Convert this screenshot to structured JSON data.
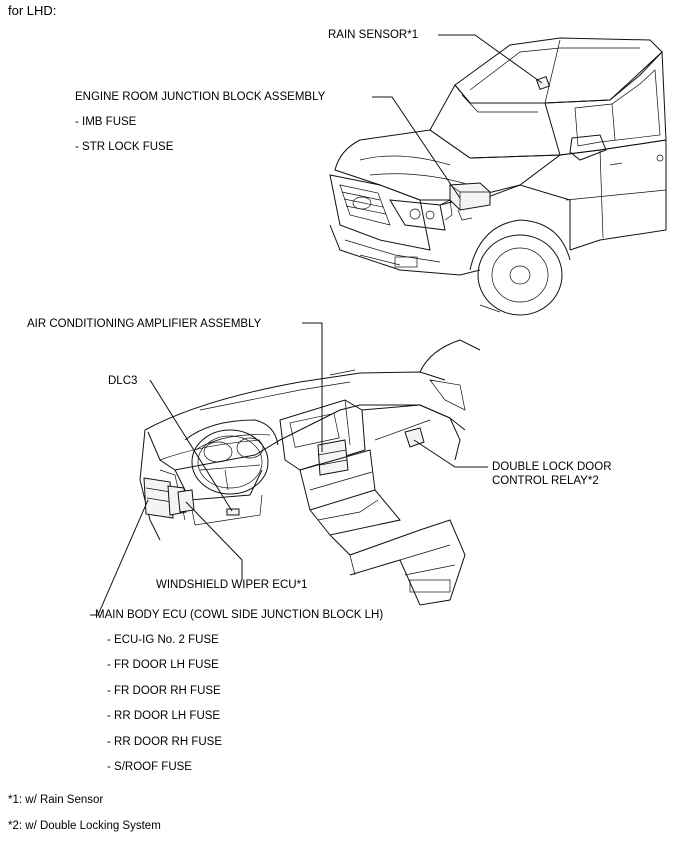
{
  "header": {
    "variant": "for LHD:"
  },
  "labels": {
    "rain_sensor": "RAIN SENSOR*1",
    "engine_room_jb": "ENGINE ROOM JUNCTION BLOCK ASSEMBLY",
    "engine_room_fuses": [
      "- IMB FUSE",
      "- STR LOCK FUSE"
    ],
    "air_conditioning_amplifier": "AIR CONDITIONING AMPLIFIER ASSEMBLY",
    "dlc3": "DLC3",
    "double_lock_relay": [
      "DOUBLE LOCK DOOR",
      "CONTROL RELAY*2"
    ],
    "windshield_wiper_ecu": "WINDSHIELD WIPER ECU*1",
    "main_body_ecu": "MAIN BODY ECU (COWL SIDE JUNCTION BLOCK LH)",
    "main_body_fuses": [
      "- ECU-IG No. 2 FUSE",
      "- FR DOOR LH FUSE",
      "- FR DOOR RH FUSE",
      "- RR DOOR LH FUSE",
      "- RR DOOR RH FUSE",
      "- S/ROOF FUSE"
    ]
  },
  "footnotes": [
    "*1: w/ Rain Sensor",
    "*2: w/ Double Locking System"
  ]
}
